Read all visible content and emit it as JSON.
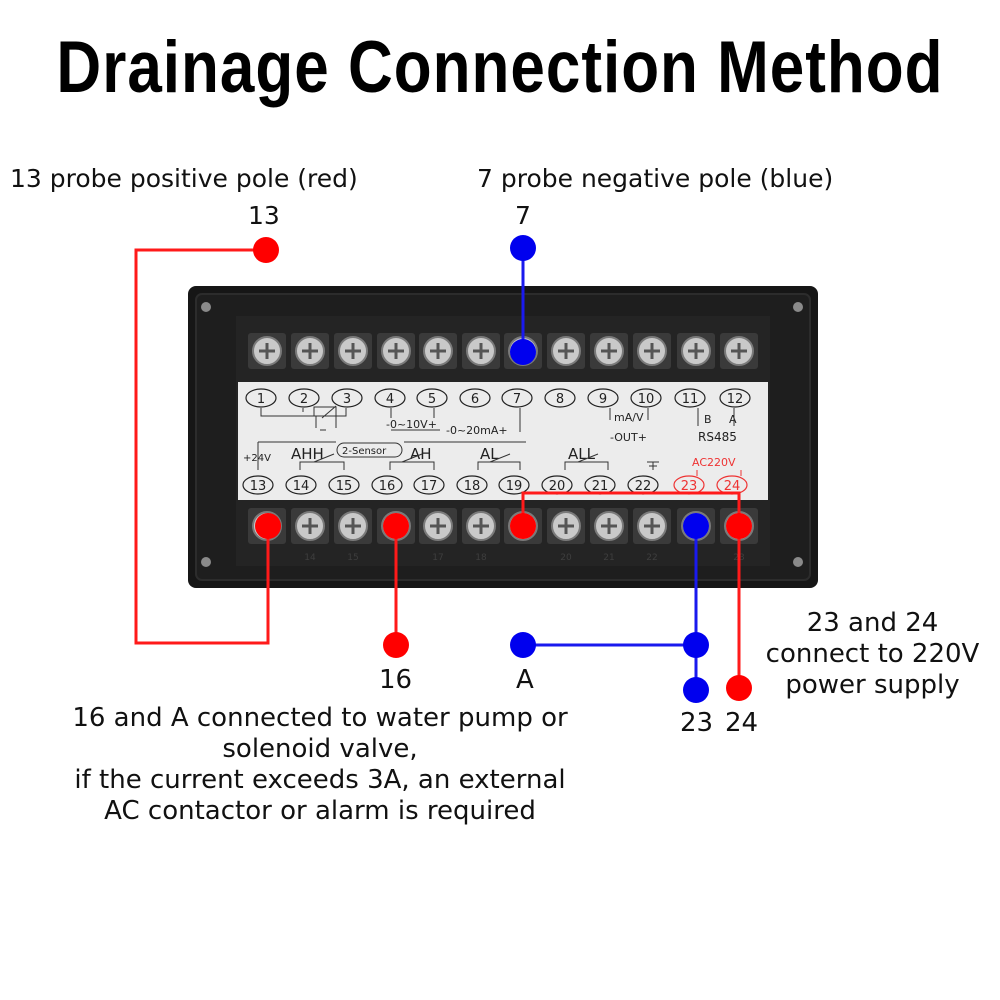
{
  "title": "Drainage Connection Method",
  "labels": {
    "probe_positive": "13 probe positive pole (red)",
    "probe_negative": "7 probe negative pole (blue)",
    "top_13": "13",
    "top_7": "7",
    "bottom_16": "16",
    "bottom_a": "A",
    "bottom_23": "23",
    "bottom_24": "24"
  },
  "notes": {
    "power": [
      "23 and 24",
      "connect to 220V",
      "power supply"
    ],
    "pump": [
      "16 and A connected to water pump or",
      "solenoid valve,",
      "if the current exceeds 3A, an external",
      "AC contactor or alarm is required"
    ]
  },
  "panel": {
    "top_numbers": [
      "1",
      "2",
      "3",
      "4",
      "5",
      "6",
      "7",
      "8",
      "9",
      "10",
      "11",
      "12"
    ],
    "bottom_numbers": [
      "13",
      "14",
      "15",
      "16",
      "17",
      "18",
      "19",
      "20",
      "21",
      "22",
      "23",
      "24"
    ],
    "under_terminal_numbers": [
      "14",
      "15",
      "",
      "17",
      "18",
      "",
      "20",
      "21",
      "22",
      "",
      "23"
    ],
    "labels": {
      "v10": "-0~10V+",
      "ma20": "-0~20mA+",
      "mav": "mA/V",
      "out": "-OUT+",
      "b": "B",
      "a": "A",
      "rs485": "RS485",
      "v24": "+24V",
      "ahh": "AHH",
      "sensor": "2-Sensor",
      "ah": "AH",
      "al": "AL",
      "all": "ALL",
      "ac220": "AC220V"
    }
  },
  "colors": {
    "red": "#ff0000",
    "blue": "#0000ee",
    "panel_body": "#1a1a1a",
    "label_bg": "#ececec"
  }
}
